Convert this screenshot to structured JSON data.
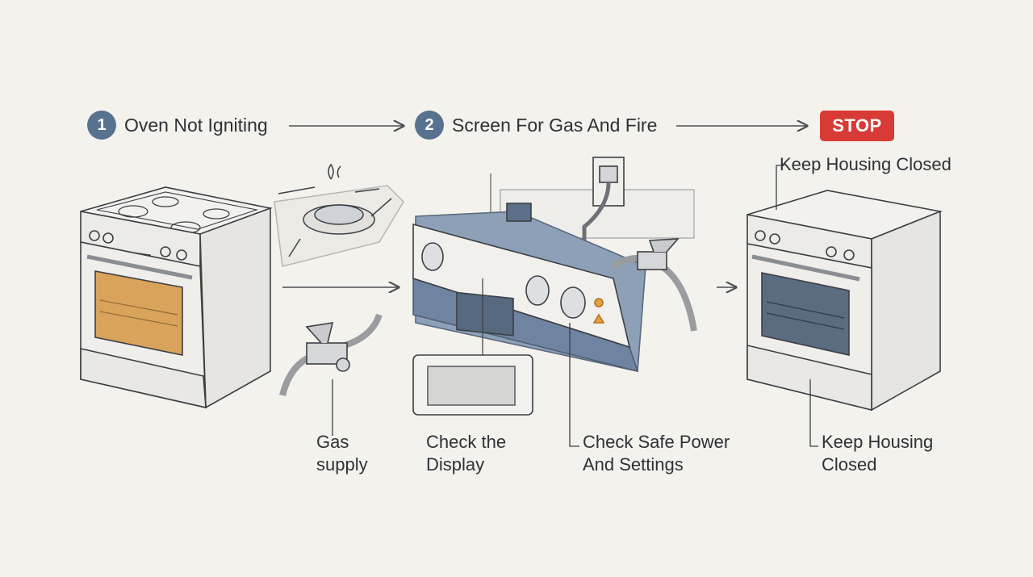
{
  "steps": [
    {
      "number": "1",
      "label": "Oven Not Igniting"
    },
    {
      "number": "2",
      "label": "Screen For Gas And Fire"
    }
  ],
  "stop_badge": "STOP",
  "callouts": {
    "top_right": "Keep Housing Closed",
    "gas_supply": "Gas\nsupply",
    "check_display": "Check the\nDisplay",
    "check_power": "Check Safe Power\nAnd Settings",
    "keep_housing_bottom": "Keep Housing\nClosed"
  },
  "colors": {
    "badge": "#57728f",
    "stop": "#d83a36",
    "oven_window": "#d9a35c",
    "panel_blue": "#7f93ac"
  }
}
